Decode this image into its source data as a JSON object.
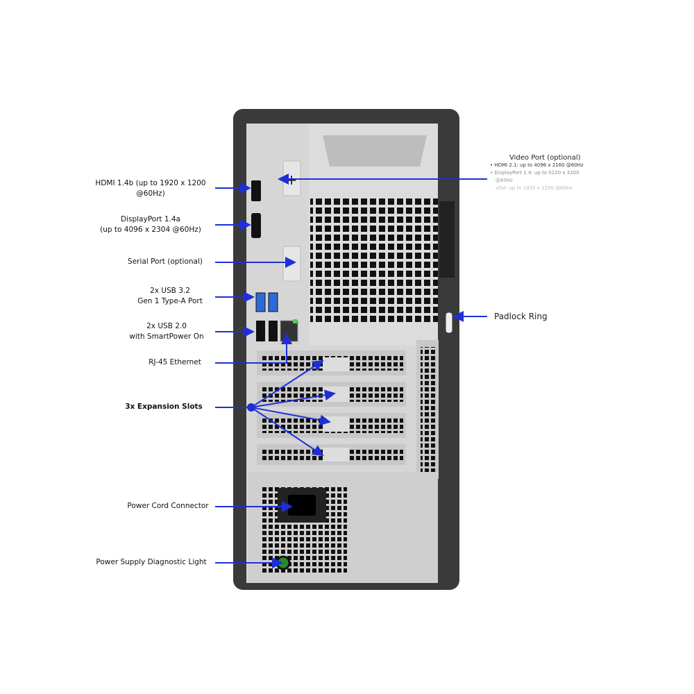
{
  "left_labels": [
    {
      "lines": [
        "HDMI 1.4b (up to 1920 x 1200",
        "@60Hz)"
      ]
    },
    {
      "lines": [
        "DisplayPort 1.4a",
        "(up to 4096 x 2304 @60Hz)"
      ]
    },
    {
      "lines": [
        "Serial Port (optional)"
      ]
    },
    {
      "lines": [
        "2x USB 3.2",
        "Gen 1 Type-A Port"
      ]
    },
    {
      "lines": [
        "2x USB 2.0",
        "with SmartPower On"
      ]
    },
    {
      "lines": [
        "RJ-45 Ethernet"
      ]
    },
    {
      "lines": [
        "3x Expansion Slots"
      ]
    },
    {
      "lines": [
        "Power Cord Connector"
      ]
    },
    {
      "lines": [
        "Power Supply Diagnostic Light"
      ]
    }
  ],
  "video_port": {
    "title": "Video Port (optional)",
    "items": [
      "HDMI 2.1: up to 4096 x 2160 @60Hz",
      "DisplayPort 1.4: up to 5120 x 3200",
      "@60Hz",
      "VGA: up to 1920 x 1200 @60Hz"
    ]
  },
  "padlock": "Padlock Ring",
  "colors": {
    "arrow": "#1f2fd6",
    "chassis": "#3a3a3a",
    "panel": "#d4d4d4"
  }
}
